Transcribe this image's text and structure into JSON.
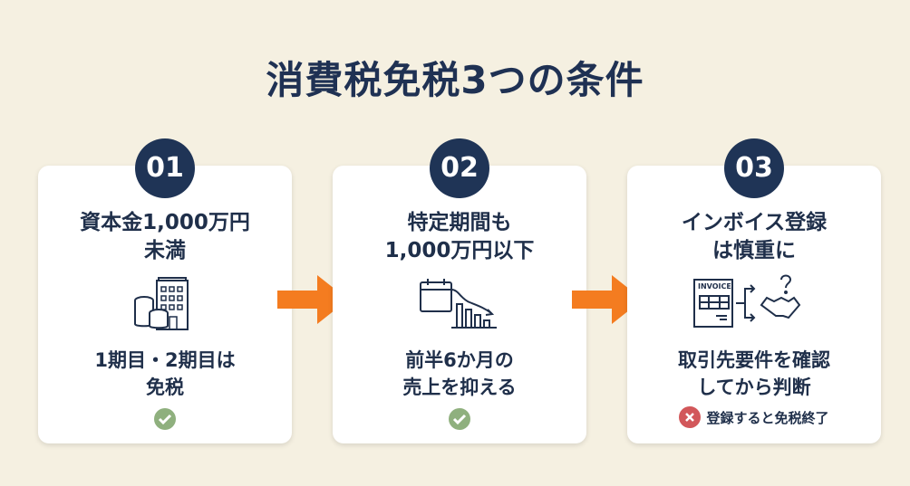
{
  "title": "消費税免税3つの条件",
  "accent_color": "#f47c20",
  "cards": [
    {
      "number": "01",
      "heading_line1": "資本金1,000万円",
      "heading_line2": "未満",
      "icon": "coins-building-icon",
      "sub_line1": "1期目・2期目は",
      "sub_line2": "免税",
      "status": "check"
    },
    {
      "number": "02",
      "heading_line1": "特定期間も",
      "heading_line2": "1,000万円以下",
      "icon": "calendar-declining-chart-icon",
      "sub_line1": "前半6か月の",
      "sub_line2": "売上を抑える",
      "status": "check"
    },
    {
      "number": "03",
      "heading_line1": "インボイス登録",
      "heading_line2": "は慎重に",
      "icon": "invoice-handshake-icon",
      "invoice_label": "INVOICE",
      "sub_line1": "取引先要件を確認",
      "sub_line2": "してから判断",
      "status": "cross",
      "note": "登録すると免税終了"
    }
  ]
}
